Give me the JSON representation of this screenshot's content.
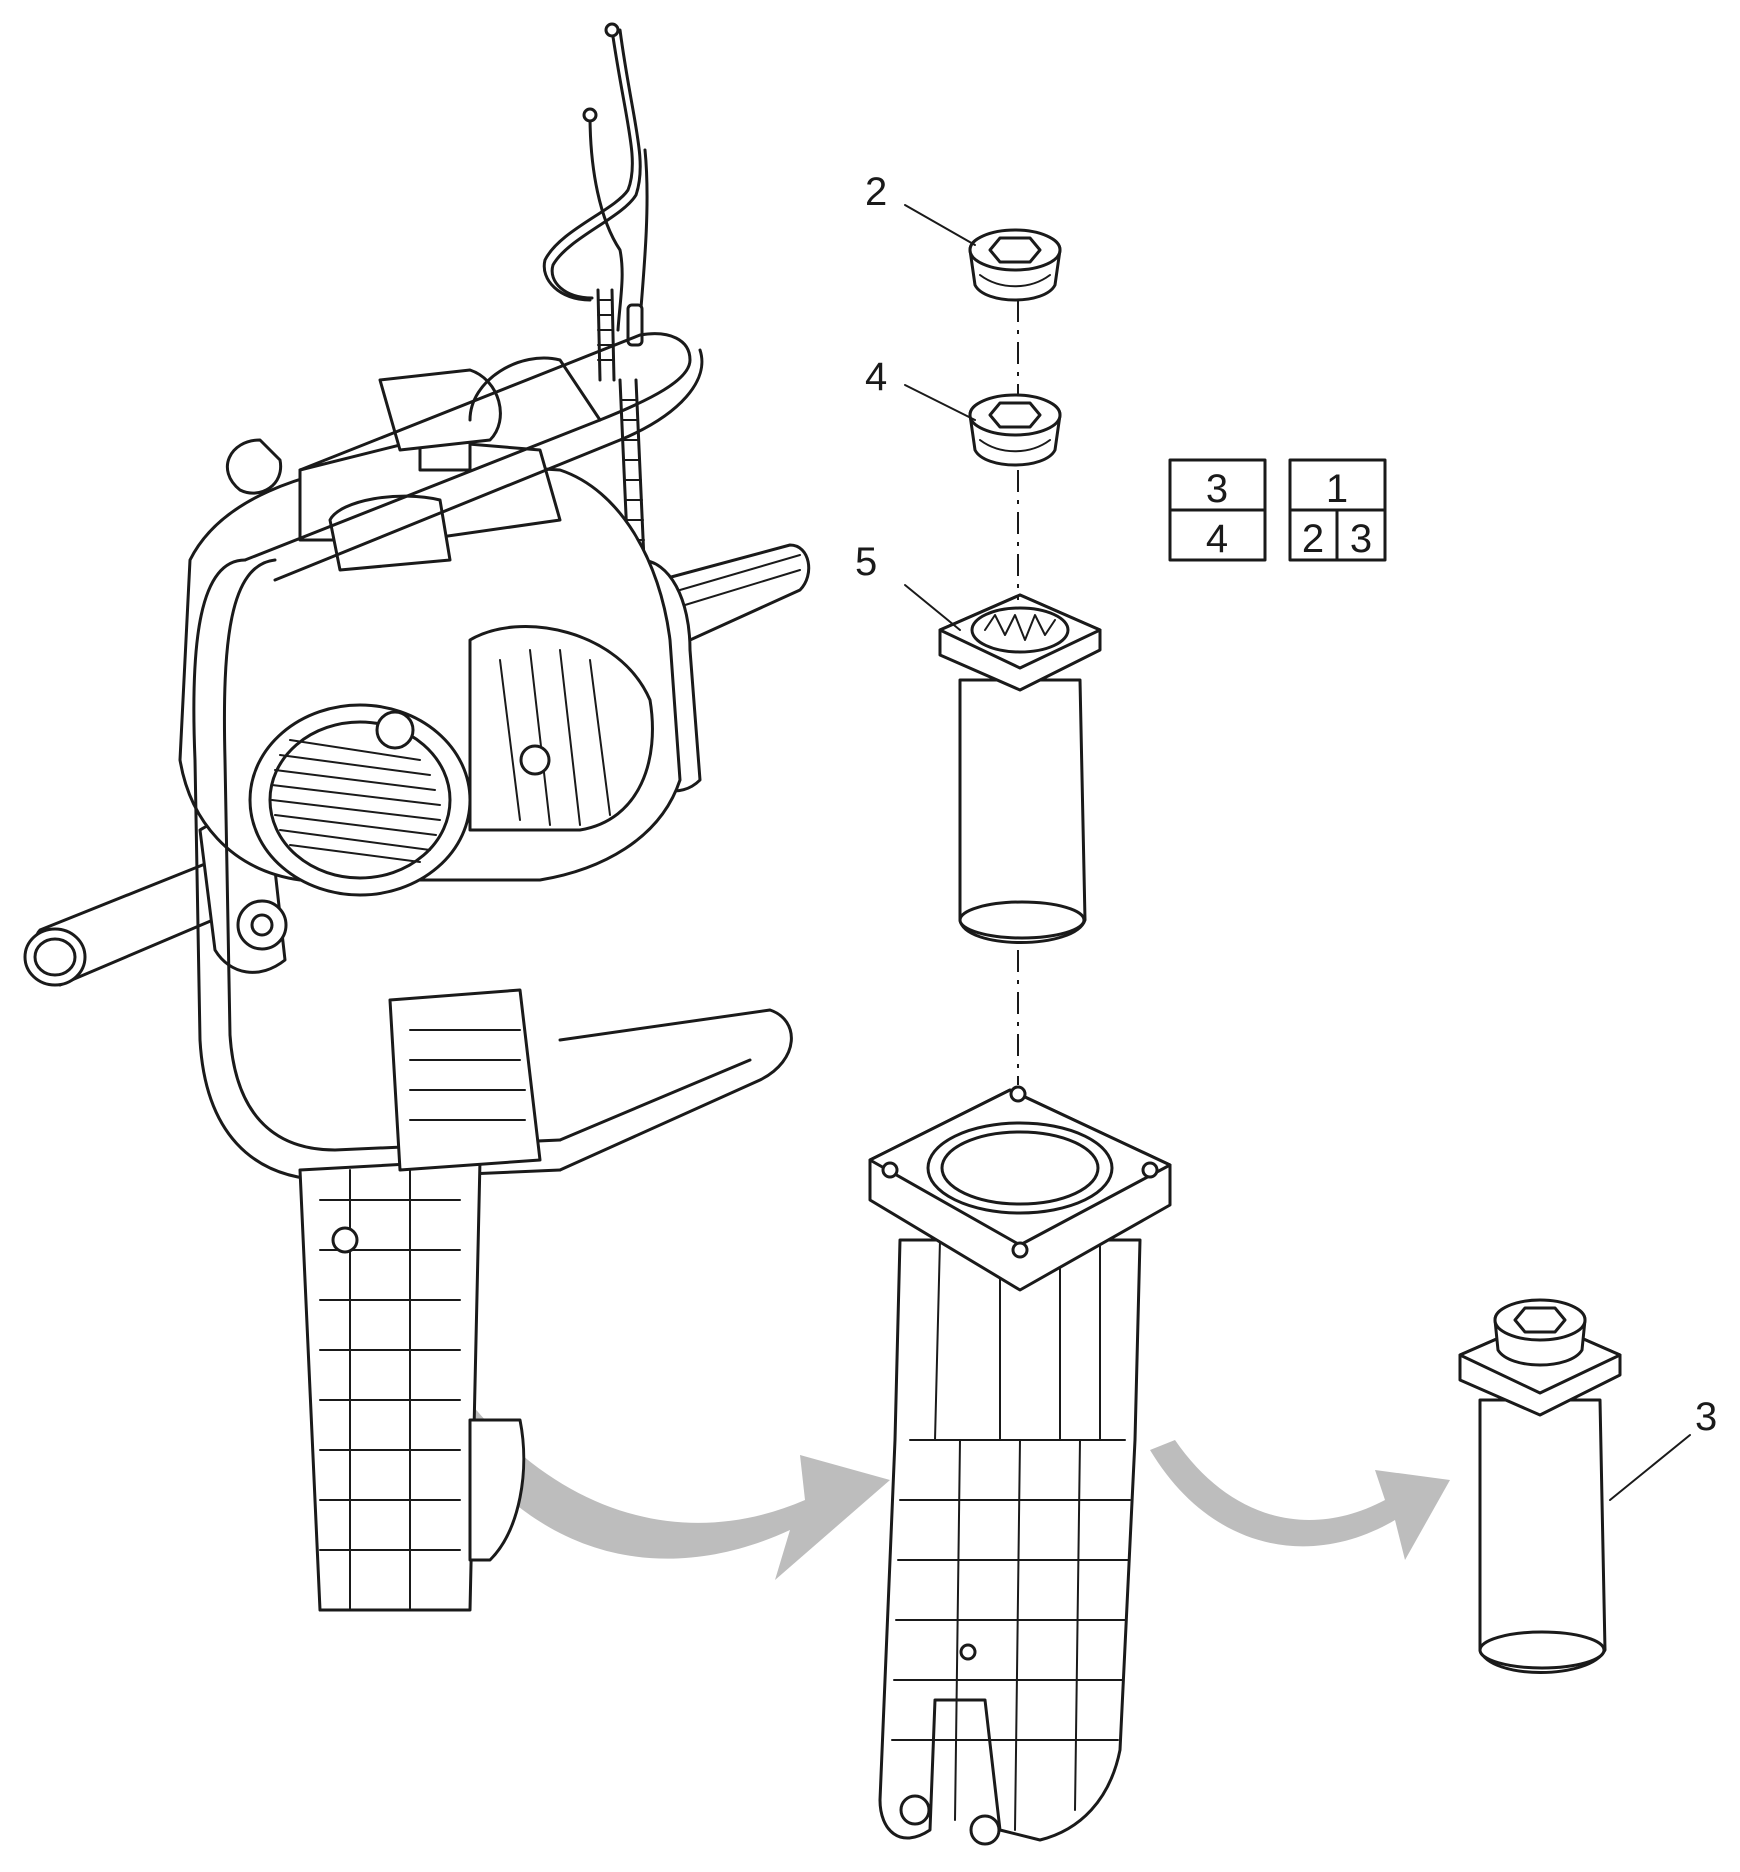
{
  "callouts": {
    "part_2": "2",
    "part_4": "4",
    "part_5": "5",
    "part_3": "3"
  },
  "legend_box_a": {
    "top": "3",
    "bottom": "4"
  },
  "legend_box_b": {
    "top": "1",
    "bottom_left": "2",
    "bottom_right": "3"
  },
  "colors": {
    "line": "#1a1a1a",
    "arrow": "#bdbdbd",
    "background": "#ffffff"
  }
}
